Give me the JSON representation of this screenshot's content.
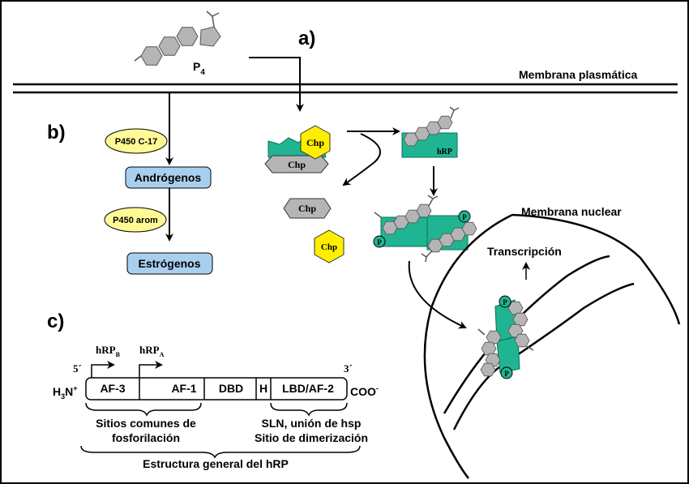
{
  "labels": {
    "a": "a)",
    "b": "b)",
    "c": "c)",
    "p4": "P",
    "p4_sub": "4",
    "membrana_plasmatica": "Membrana plasmática",
    "membrana_nuclear": "Membrana nuclear",
    "transcripcion": "Transcripción"
  },
  "pathway_b": {
    "enzyme1": "P450 C-17",
    "product1": "Andrógenos",
    "enzyme2": "P450 arom",
    "product2": "Estrógenos"
  },
  "pathway_a": {
    "chp": "Chp",
    "hrp": "hRP",
    "phospho": "P"
  },
  "structure_c": {
    "prime5": "5´",
    "prime3": "3´",
    "hrpb": "hRP",
    "hrpb_sub": "B",
    "hrpa": "hRP",
    "hrpa_sub": "A",
    "n_term": "H",
    "n_term_sub": "3",
    "n_term_mid": "N",
    "n_term_sup": "+",
    "c_term": "COO",
    "c_term_sup": "-",
    "domains": [
      "AF-3",
      "AF-1",
      "DBD",
      "H",
      "LBD/AF-2"
    ],
    "sitios_line1": "Sitios comunes de",
    "sitios_line2": "fosforilación",
    "sln_line1": "SLN, unión de hsp",
    "sln_line2": "Sitio de dimerización",
    "estructura": "Estructura general del hRP"
  },
  "colors": {
    "teal": "#1fb592",
    "yellow": "#ffee00",
    "blue": "#a9cfee",
    "ellipse": "#fffa96",
    "gray": "#b5b5b5"
  }
}
